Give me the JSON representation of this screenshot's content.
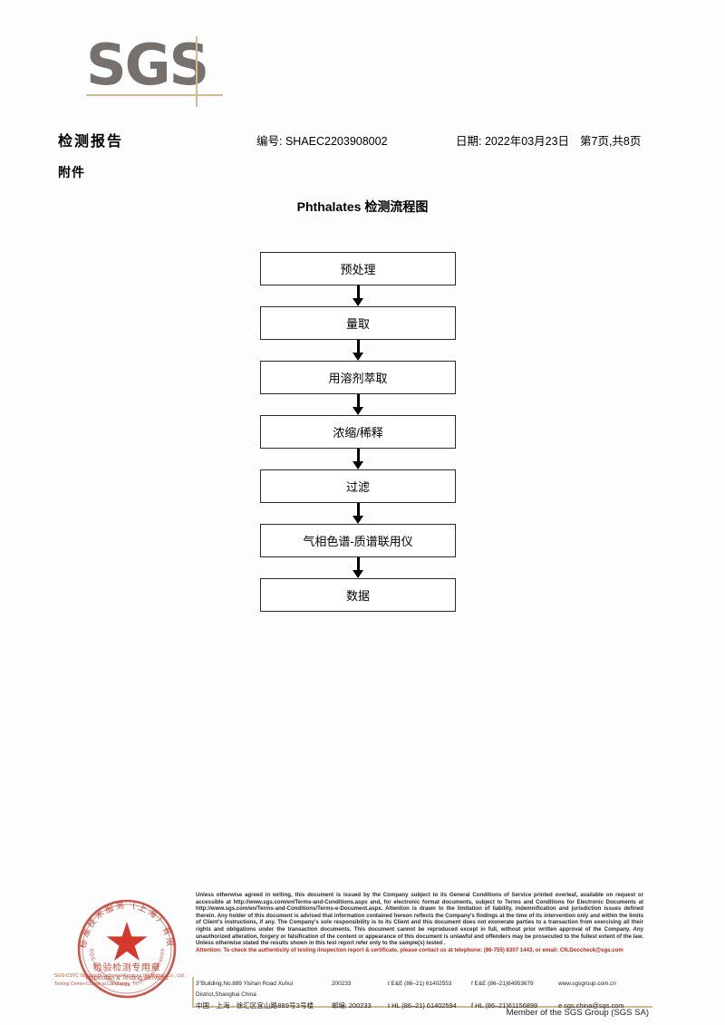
{
  "brand": {
    "logo_text": "SGS"
  },
  "header": {
    "title": "检测报告",
    "report_no": "编号: SHAEC2203908002",
    "date": "日期: 2022年03月23日",
    "pagination": "第7页,共8页",
    "attachment_label": "附件"
  },
  "flowchart": {
    "title": "Phthalates 检测流程图",
    "steps": [
      {
        "label": "预处理"
      },
      {
        "label": "量取"
      },
      {
        "label": "用溶剂萃取"
      },
      {
        "label": "浓缩/稀释"
      },
      {
        "label": "过滤"
      },
      {
        "label": "气相色谱-质谱联用仪"
      },
      {
        "label": "数据"
      }
    ]
  },
  "seal": {
    "outer_text_cn": "通标标准技术服务（上海）有限公司",
    "center_cn": "检验检测专用章",
    "center_en": "Inspection & Testing Services",
    "caption_line1": "SGS-CSTC Standards Technical Services (Shanghai) Co., Ltd.",
    "caption_line2": "Testing Center-Chemical Laboratory",
    "color": "#c0392b"
  },
  "footer": {
    "legal_text": "Unless otherwise agreed in writing, this document is issued by the Company subject to its General Conditions of Service printed overleaf, available on request or accessible at http://www.sgs.com/en/Terms-and-Conditions.aspx and, for electronic format documents, subject to Terms and Conditions for Electronic Documents at http://www.sgs.com/en/Terms-and-Conditions/Terms-e-Document.aspx. Attention is drawn to the limitation of liability, indemnification and jurisdiction issues defined therein. Any holder of this document is advised that information contained hereon reflects the Company's findings at the time of its intervention only and within the limits of Client's instructions, if any. The Company's sole responsibility is to its Client and this document does not exonerate parties to a transaction from exercising all their rights and obligations under the transaction documents. This document cannot be reproduced except in full, without prior written approval of the Company. Any unauthorized alteration, forgery or falsification of the content or appearance of this document is unlawful and offenders may be prosecuted to the fullest extent of the law. Unless otherwise stated the results shown in this test report refer only to the sample(s) tested .",
    "attention_text": "Attention: To check the authenticity of testing /inspection report & certificate, please contact us at telephone: (86-755) 8307 1443, or email: CN.Doccheck@sgs.com",
    "address_en": "3\"Building,No.889 Yishan Road Xuhui District,Shanghai China",
    "zip_en": "200233",
    "tel1_en": "t E&E (86–21) 61402553",
    "tel2_en": "f E&E (86–21)64953679",
    "web": "www.sgsgroup.com.cn",
    "address_cn": "中国 · 上海 · 徐汇区宜山路889号3号楼",
    "zip_cn": "邮编: 200233",
    "tel1_cn": "t HL (86–21) 61402594",
    "tel2_cn": "f HL (86–21)61156899",
    "email": "e  sgs.china@sgs.com",
    "member_line": "Member of the SGS Group (SGS SA)"
  }
}
